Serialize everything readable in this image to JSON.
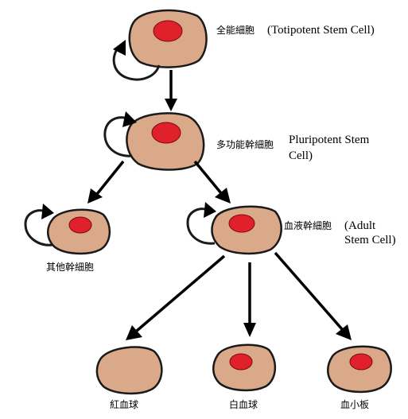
{
  "nodes": {
    "totipotent": {
      "label_cn": "全能細胞",
      "label_en": "(Totipotent Stem Cell)"
    },
    "pluripotent": {
      "label_cn": "多功能幹細胞",
      "label_en_line1": "Pluripotent Stem",
      "label_en_line2": "Cell)"
    },
    "other": {
      "label_cn": "其他幹細胞"
    },
    "adult": {
      "label_cn": "血液幹細胞",
      "label_en_line1": "(Adult",
      "label_en_line2": "Stem Cell)"
    },
    "rbc": {
      "label_cn": "紅血球"
    },
    "wbc": {
      "label_cn": "白血球"
    },
    "platelet": {
      "label_cn": "血小板"
    }
  },
  "colors": {
    "cell_fill": "#d9a98a",
    "nucleus": "#e0202a",
    "outline": "#1a1a1a"
  }
}
